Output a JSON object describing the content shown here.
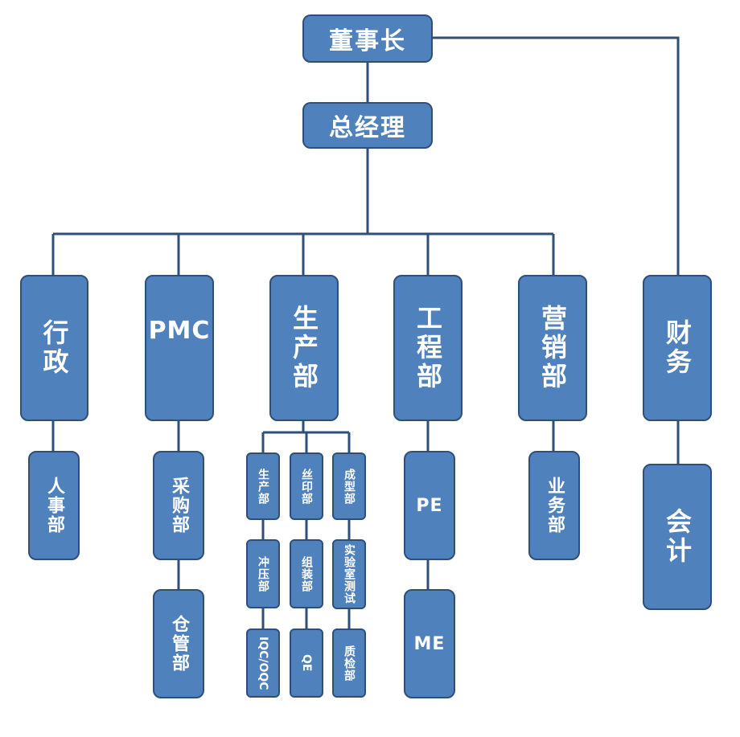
{
  "top": {
    "chairman": "董事长",
    "gm": "总经理"
  },
  "departments": {
    "admin": "行政",
    "pmc": "PMC",
    "production": "生产部",
    "engineering": "工程部",
    "marketing": "营销部",
    "finance": "财务"
  },
  "sub": {
    "hr": "人事部",
    "purchasing": "采购部",
    "warehouse": "仓管部",
    "prod": "生产部",
    "silk": "丝印部",
    "forming": "成型部",
    "stamping": "冲压部",
    "assembly": "组装部",
    "lab": "实验室测试",
    "iqc": "IQC/OQC",
    "qe": "QE",
    "qc": "质检部",
    "pe": "PE",
    "me": "ME",
    "business": "业务部",
    "accounting": "会计"
  },
  "colors": {
    "box_fill": "#4f81bd",
    "box_border": "#2f4f7a",
    "line": "#2f4f7a",
    "text": "#ffffff"
  }
}
